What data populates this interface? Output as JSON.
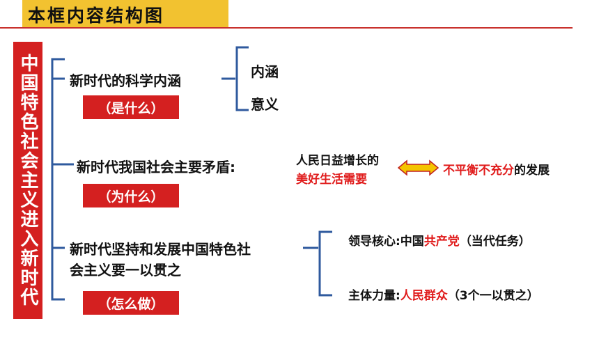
{
  "title": "本框内容结构图",
  "left_label": "中国特色社会主义进入新时代",
  "section1": {
    "label": "新时代的科学内涵",
    "tag": "（是什么）",
    "items": [
      "内涵",
      "意义"
    ]
  },
  "section2": {
    "label": "新时代我国社会主要矛盾:",
    "line1": "人民日益增长的",
    "line2": "美好生活需要",
    "right_red": "不平衡不充分",
    "right_black": "的发展",
    "tag": "（为什么）"
  },
  "section3": {
    "label_line1": "新时代坚持和发展中国特色社",
    "label_line2": "会主义要一以贯之",
    "tag": "（怎么做）",
    "item1": {
      "prefix": "领导核心:中国",
      "red": "共产党",
      "suffix": "（当代任务）"
    },
    "item2": {
      "prefix": "主体力量:",
      "red": "人民群众",
      "suffix": "（3个一以贯之）"
    }
  },
  "colors": {
    "accent_red": "#d42020",
    "title_yellow": "#f2c230",
    "bracket_blue": "#2f5a9e",
    "arrow_yellow": "#f4c400"
  }
}
